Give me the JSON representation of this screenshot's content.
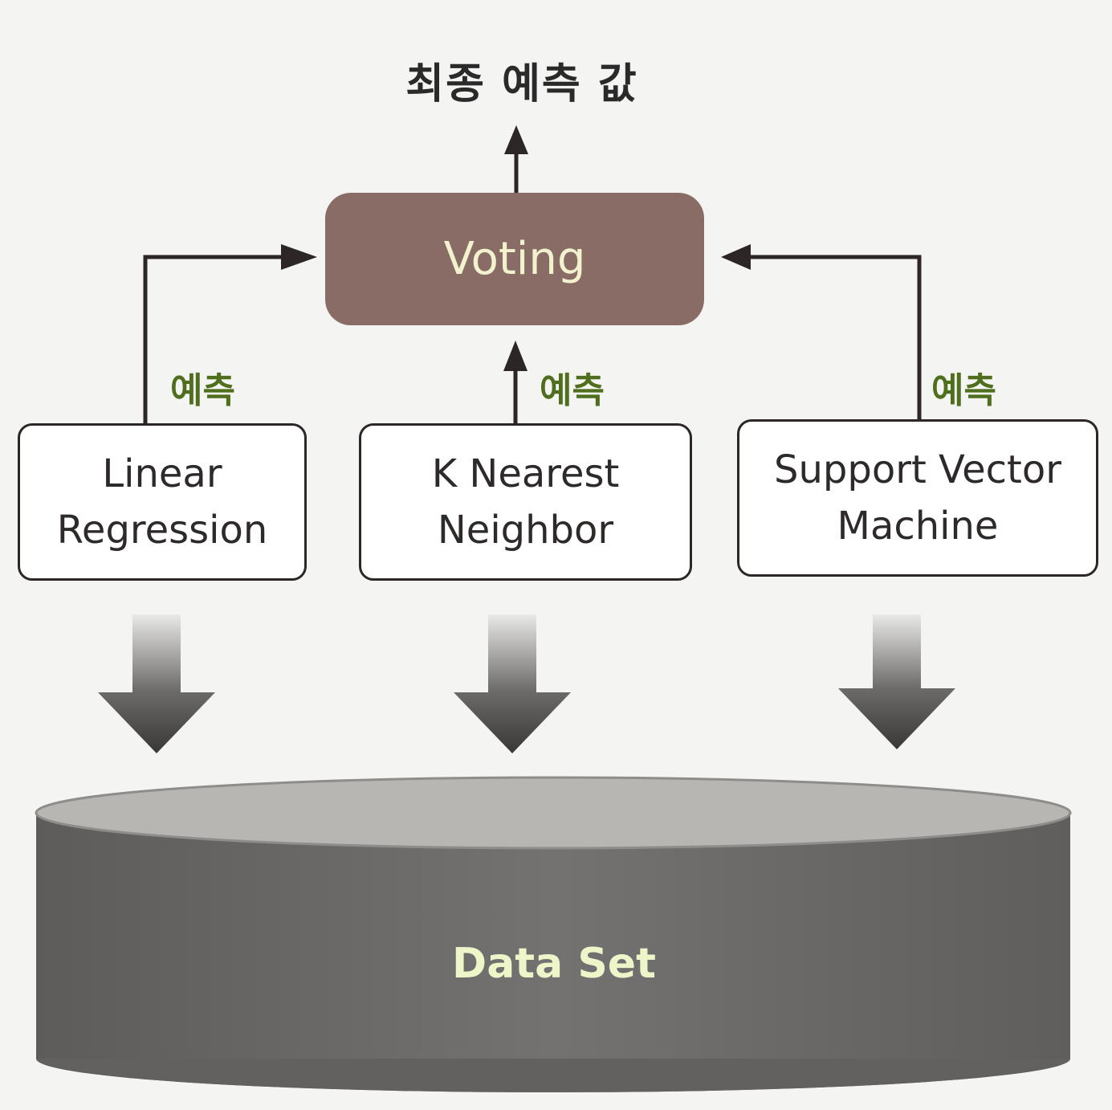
{
  "diagram": {
    "title": "최종 예측 값",
    "voting_label": "Voting",
    "models": [
      {
        "line1": "Linear",
        "line2": "Regression",
        "prediction_label": "예측"
      },
      {
        "line1": "K Nearest",
        "line2": "Neighbor",
        "prediction_label": "예측"
      },
      {
        "line1": "Support Vector",
        "line2": "Machine",
        "prediction_label": "예측"
      }
    ],
    "dataset_label": "Data Set"
  },
  "colors": {
    "voting_fill": "#8a6c66",
    "voting_text": "#f2f2cf",
    "prediction_text": "#4f6e1e",
    "dataset_fill": "#6b6a69",
    "dataset_top": "#b7b6b3",
    "arrow_dark": "#3a3836",
    "line": "#2c2626"
  },
  "icons": {
    "data_flow_arrow": "down-block-arrow-icon",
    "dataset_shape": "cylinder-icon"
  }
}
